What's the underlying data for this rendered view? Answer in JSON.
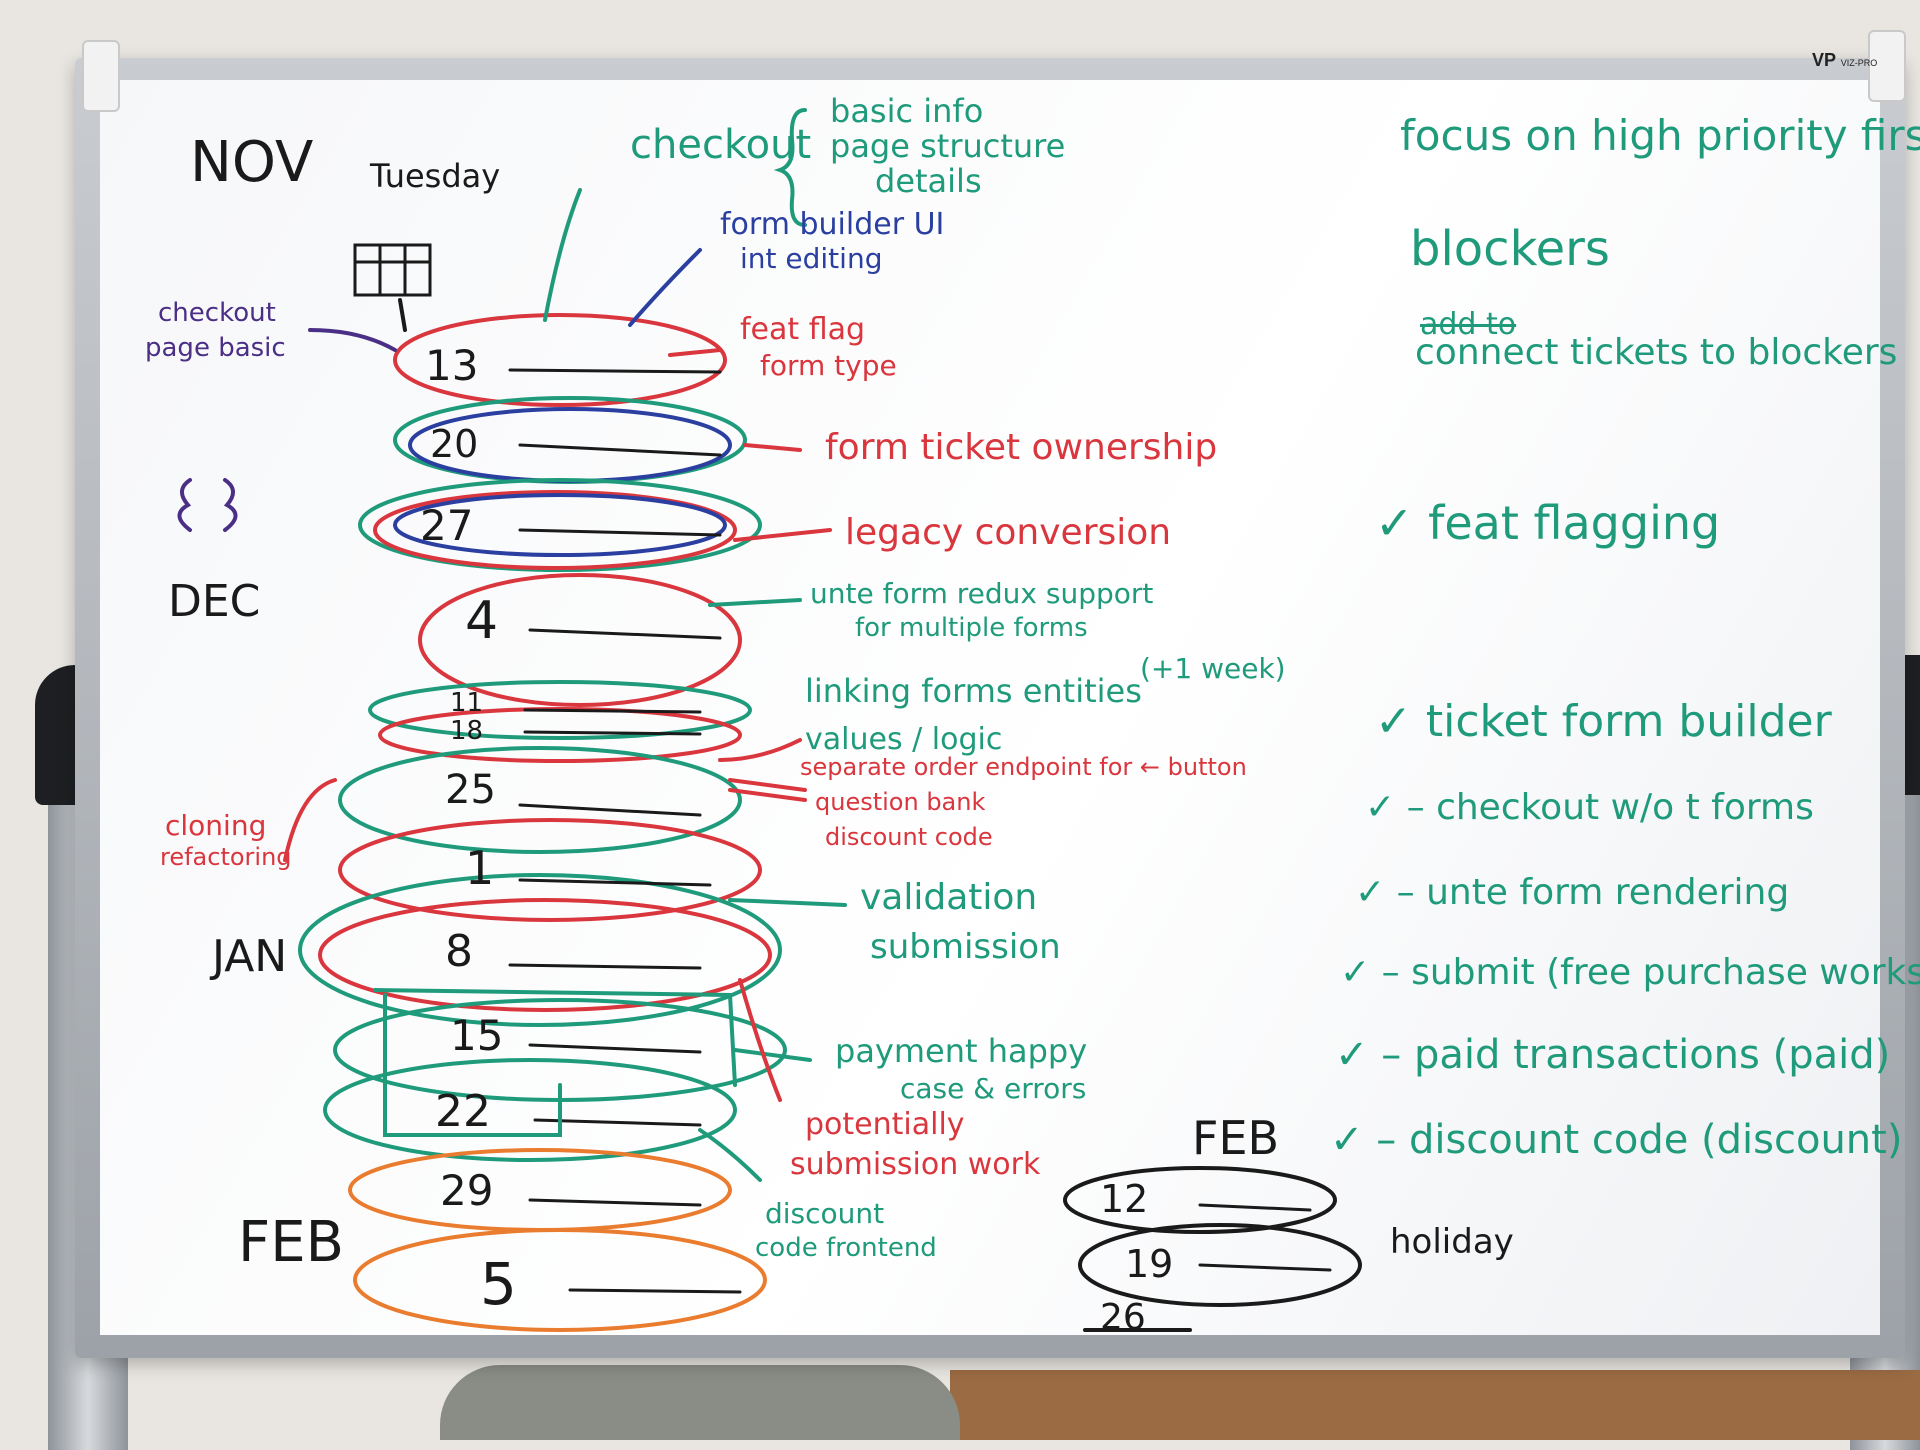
{
  "brand": {
    "logo": "VP",
    "model": "VIZ-PRO"
  },
  "months": {
    "nov": "NOV",
    "dec": "DEC",
    "jan": "JAN",
    "feb": "FEB",
    "feb_right": "FEB"
  },
  "weekday": "Tuesday",
  "dates": [
    {
      "label": "13",
      "color": "#1a1a1a"
    },
    {
      "label": "20",
      "color": "#1a1a1a"
    },
    {
      "label": "27",
      "color": "#1a1a1a"
    },
    {
      "label": "4",
      "color": "#1a1a1a"
    },
    {
      "label": "11",
      "color": "#1a1a1a"
    },
    {
      "label": "18",
      "color": "#1a1a1a"
    },
    {
      "label": "25",
      "color": "#1a1a1a"
    },
    {
      "label": "1",
      "color": "#1a1a1a"
    },
    {
      "label": "8",
      "color": "#1a1a1a"
    },
    {
      "label": "15",
      "color": "#1a1a1a"
    },
    {
      "label": "22",
      "color": "#1a1a1a"
    },
    {
      "label": "29",
      "color": "#1a1a1a"
    },
    {
      "label": "5",
      "color": "#1a1a1a"
    }
  ],
  "feb_dates": [
    "12",
    "19",
    "26"
  ],
  "holiday": "holiday",
  "left_notes": {
    "checkout": "checkout",
    "page_basic": "page basic",
    "cloning": "cloning",
    "refactoring": "refactoring"
  },
  "top_notes": {
    "checkout": "checkout",
    "basic_info": "basic info",
    "page_structure": "page structure",
    "details": "details",
    "form_builder_ui": "form builder UI",
    "int_editing": "int editing"
  },
  "timeline_notes": [
    {
      "text": "feat flag",
      "color": "#d9363e"
    },
    {
      "text": "form type",
      "color": "#d9363e"
    },
    {
      "text": "form ticket ownership",
      "color": "#d9363e"
    },
    {
      "text": "legacy conversion",
      "color": "#d9363e"
    },
    {
      "text": "unte form redux support",
      "color": "#1f9b7c"
    },
    {
      "text": "for multiple forms",
      "color": "#1f9b7c"
    },
    {
      "text": "linking forms entities",
      "color": "#1f9b7c"
    },
    {
      "text": "(+1 week)",
      "color": "#1f9b7c"
    },
    {
      "text": "values / logic",
      "color": "#1f9b7c"
    },
    {
      "text": "separate order endpoint for ← button",
      "color": "#d9363e"
    },
    {
      "text": "question bank",
      "color": "#d9363e"
    },
    {
      "text": "discount code",
      "color": "#d9363e"
    },
    {
      "text": "validation",
      "color": "#1f9b7c"
    },
    {
      "text": "submission",
      "color": "#1f9b7c"
    },
    {
      "text": "payment happy",
      "color": "#1f9b7c"
    },
    {
      "text": "case & errors",
      "color": "#1f9b7c"
    },
    {
      "text": "potentially",
      "color": "#d9363e"
    },
    {
      "text": "submission work",
      "color": "#d9363e"
    },
    {
      "text": "discount",
      "color": "#1f9b7c"
    },
    {
      "text": "code frontend",
      "color": "#1f9b7c"
    }
  ],
  "right_notes": {
    "focus": "focus on high priority first",
    "blockers": "blockers",
    "add": "add to",
    "connect": "connect tickets to blockers",
    "feat_flagging": "feat flagging",
    "ticket_form_builder": "ticket form builder",
    "checklist": [
      "checkout w/o t forms",
      "unte form rendering",
      "submit (free purchase works)",
      "paid transactions (paid)",
      "discount code (discount)"
    ]
  },
  "colors": {
    "black": "#1a1a1a",
    "teal": "#1f9b7c",
    "red": "#d9363e",
    "blue": "#2a3fa0",
    "purple": "#4b2f86",
    "orange": "#ea7c2f"
  }
}
